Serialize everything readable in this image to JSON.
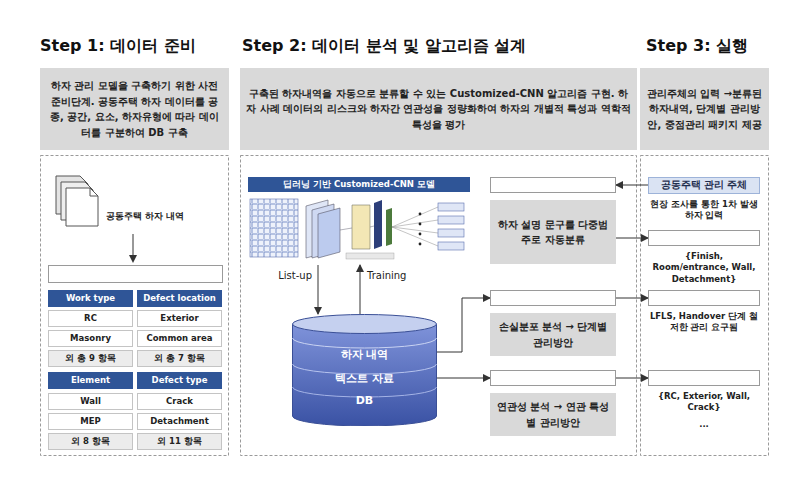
{
  "diagram": {
    "nodes": [
      {
        "text": [
          "하자 관리 모델을 구축하기 위한 사전준비단계. 공동주택 하자 데이터를 공종, 공간, 요소, 하자유형에 따라 데이터를 구분하여 DB 구축"
        ]
      },
      {
        "text": [
          "구축된 하자내역을 자동으로 분류할 수 있는 Customized-CNN 알고리즘 구현. 하자 사례 데이터의 리스크와 하자간 연관성을 정량화하여 하자의 개별적 특성과 역학적 특성을 평가"
        ]
      },
      {
        "text": [
          "관리주체의 입력 →분류된 하자내역, 단계별 관리방안, 중점관리 패키지 제공"
        ]
      },
      {
        "text": [
          "딥러닝 기반 Customized-CNN 모델"
        ]
      },
      {
        "text": [
          "하자 내역",
          "텍스트 자료",
          "DB"
        ]
      },
      {
        "text": [
          "하자 설명 문구를 다중범주로 자동분류"
        ]
      },
      {
        "text": [
          "손실분포 분석 → 단계별 관리방안"
        ]
      },
      {
        "text": [
          "연관성 분석 → 연관 특성별 관리방안"
        ]
      },
      {
        "text": [
          "공동주택 관리 주체",
          "현장 조사를 통한 1차 발생 하자 입력"
        ]
      },
      {
        "text": [
          "{Finish, Room/entrance, Wall, Detachment}"
        ]
      },
      {
        "text": [
          "LFLS, Handover 단계 철저한 관리 요구됨"
        ]
      },
      {
        "text": [
          "{RC, Exterior, Wall, Crack}",
          "..."
        ]
      }
    ],
    "edges": [
      {
        "from": 3,
        "to": 4,
        "label": "List-up",
        "arrow": "to"
      },
      {
        "from": 4,
        "to": 3,
        "label": "Training",
        "arrow": "to"
      },
      {
        "from": 8,
        "to": 5,
        "arrow": "to"
      },
      {
        "from": 5,
        "to": 9,
        "arrow": "to"
      },
      {
        "from": 4,
        "to": 6,
        "arrow": "to"
      },
      {
        "from": 6,
        "to": 10,
        "arrow": "to"
      },
      {
        "from": 4,
        "to": 7,
        "arrow": "to"
      },
      {
        "from": 7,
        "to": 11,
        "arrow": "to"
      }
    ],
    "labels": [
      "Step 1: 데이터 준비",
      "Step 2: 데이터 분석 및 알고리즘 설계",
      "Step 3: 실행",
      "공동주택 하자 내역",
      "Work type",
      "Defect location",
      "RC",
      "Exterior",
      "Masonry",
      "Common area",
      "외 총 9 항목",
      "외 총 7 항목",
      "Element",
      "Defect type",
      "Wall",
      "Crack",
      "MEP",
      "Detachment",
      "외 8 항목",
      "외 11 항목"
    ]
  }
}
